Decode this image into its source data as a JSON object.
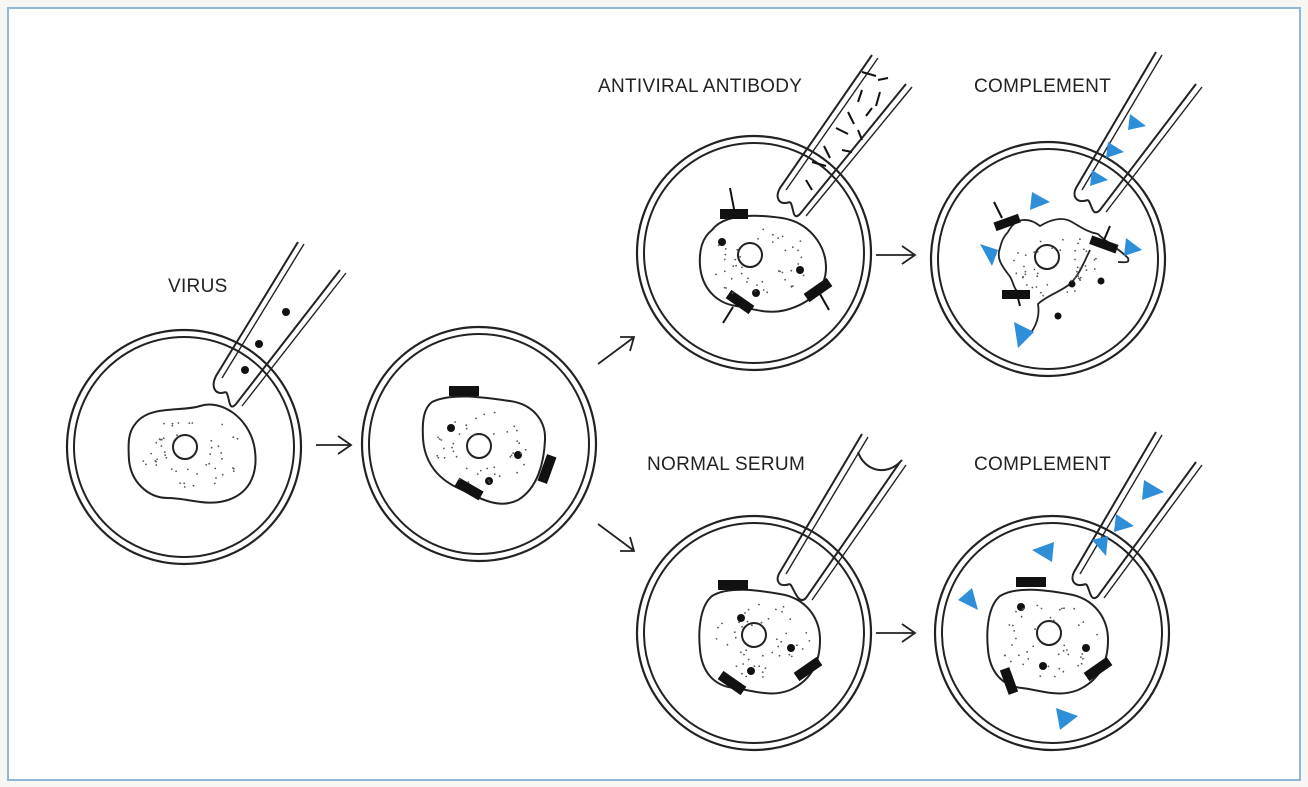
{
  "labels": {
    "virus": "VIRUS",
    "antiviral_antibody": "ANTIVIRAL ANTIBODY",
    "normal_serum": "NORMAL SERUM",
    "complement_top": "COMPLEMENT",
    "complement_bottom": "COMPLEMENT"
  },
  "colors": {
    "background": "#f7f6f2",
    "frame": "#8fb7d9",
    "line": "#222222",
    "complement": "#2f8ed8"
  },
  "icons": {
    "arrow": "arrow-right-icon",
    "complement": "triangle-icon",
    "virus_particle": "dot-icon",
    "antigen": "rectangle-icon",
    "antibody": "stick-icon",
    "pipette": "pipette-icon",
    "cell": "cell-icon",
    "dish": "petri-dish-icon"
  }
}
